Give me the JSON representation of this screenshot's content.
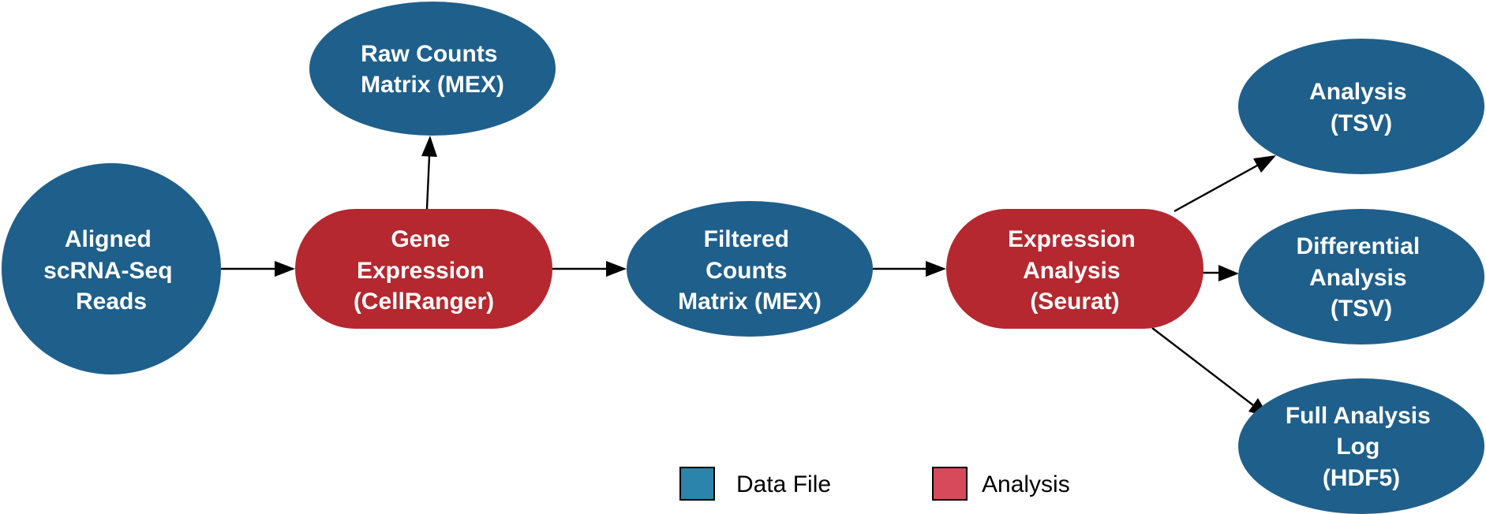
{
  "colors": {
    "data_file_node": "#1f5f8b",
    "analysis_node": "#b5282f",
    "data_file_legend": "#2a84ab",
    "analysis_legend": "#d64a5c",
    "node_text": "#ffffff",
    "edge": "#000000"
  },
  "nodes": {
    "aligned_reads": [
      "Aligned",
      "scRNA-Seq",
      "Reads"
    ],
    "gene_expression": [
      "Gene",
      "Expression",
      "(CellRanger)"
    ],
    "raw_counts": [
      "Raw Counts",
      "Matrix (MEX)"
    ],
    "filtered_counts": [
      "Filtered",
      "Counts",
      "Matrix (MEX)"
    ],
    "expression_analysis": [
      "Expression",
      "Analysis",
      "(Seurat)"
    ],
    "analysis_tsv": [
      "Analysis",
      "(TSV)"
    ],
    "differential_analysis": [
      "Differential",
      "Analysis",
      "(TSV)"
    ],
    "full_analysis_log": [
      "Full Analysis",
      "Log",
      "(HDF5)"
    ]
  },
  "legend": {
    "data_file_label": "Data File",
    "analysis_label": "Analysis"
  }
}
